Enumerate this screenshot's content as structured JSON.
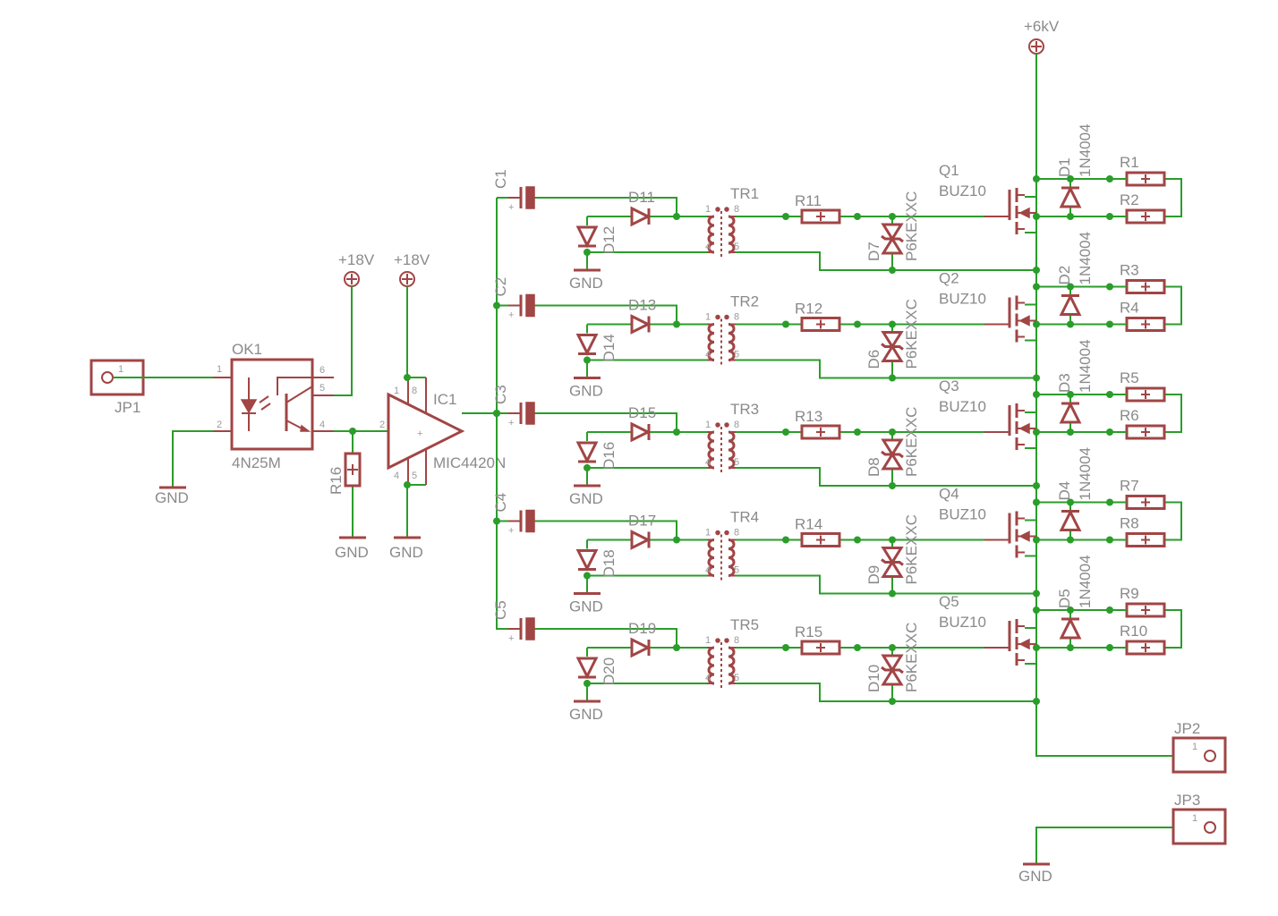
{
  "rails": {
    "hv": "+6kV",
    "v18a": "+18V",
    "v18b": "+18V",
    "gnd": "GND"
  },
  "input": {
    "jp1": "JP1",
    "ok1": "OK1",
    "ok1_value": "4N25M",
    "r16": "R16",
    "ic1": "IC1",
    "ic1_value": "MIC4420N",
    "pins": {
      "jp1_1": "1",
      "ok1_1": "1",
      "ok1_2": "2",
      "ok1_4": "4",
      "ok1_5": "5",
      "ok1_6": "6",
      "ic1_1": "1",
      "ic1_2": "2",
      "ic1_4": "4",
      "ic1_5": "5",
      "ic1_8": "8",
      "ic1_plus": "+"
    }
  },
  "stages": [
    {
      "c": "C1",
      "da": "D11",
      "db": "D12",
      "tr": "TR1",
      "r": "R11",
      "tvs": "D7",
      "tvs_value": "P6KEXXC",
      "q": "Q1",
      "q_value": "BUZ10",
      "d": "D1",
      "d_value": "1N4004",
      "ra": "R1",
      "rb": "R2"
    },
    {
      "c": "C2",
      "da": "D13",
      "db": "D14",
      "tr": "TR2",
      "r": "R12",
      "tvs": "D6",
      "tvs_value": "P6KEXXC",
      "q": "Q2",
      "q_value": "BUZ10",
      "d": "D2",
      "d_value": "1N4004",
      "ra": "R3",
      "rb": "R4"
    },
    {
      "c": "C3",
      "da": "D15",
      "db": "D16",
      "tr": "TR3",
      "r": "R13",
      "tvs": "D8",
      "tvs_value": "P6KEXXC",
      "q": "Q3",
      "q_value": "BUZ10",
      "d": "D3",
      "d_value": "1N4004",
      "ra": "R5",
      "rb": "R6"
    },
    {
      "c": "C4",
      "da": "D17",
      "db": "D18",
      "tr": "TR4",
      "r": "R14",
      "tvs": "D9",
      "tvs_value": "P6KEXXC",
      "q": "Q4",
      "q_value": "BUZ10",
      "d": "D4",
      "d_value": "1N4004",
      "ra": "R7",
      "rb": "R8"
    },
    {
      "c": "C5",
      "da": "D19",
      "db": "D20",
      "tr": "TR5",
      "r": "R15",
      "tvs": "D10",
      "tvs_value": "P6KEXXC",
      "q": "Q5",
      "q_value": "BUZ10",
      "d": "D5",
      "d_value": "1N4004",
      "ra": "R9",
      "rb": "R10"
    }
  ],
  "tr_pins": {
    "p1": "1",
    "p4": "4",
    "p5": "5",
    "p8": "8"
  },
  "outputs": {
    "jp2": "JP2",
    "jp3": "JP3",
    "jp_pin": "1"
  },
  "marks": {
    "plus": "+"
  },
  "colors": {
    "wire": "#2a9d2a",
    "part": "#a14545",
    "text": "#8a8a8a"
  }
}
